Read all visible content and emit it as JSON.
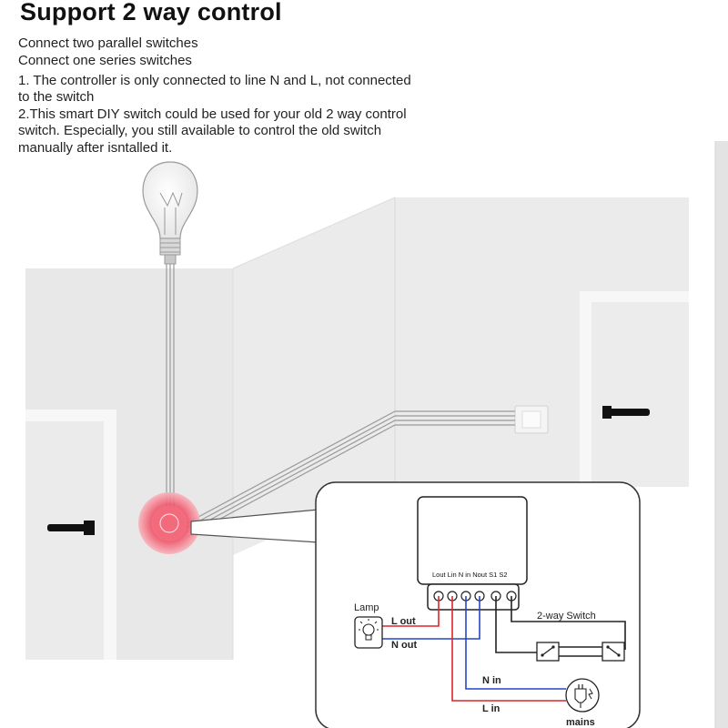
{
  "title": "Support 2 way control",
  "intro": {
    "line1": "Connect two parallel switches",
    "line2": "Connect one series switches"
  },
  "notes": {
    "n1_a": "1. The controller is only connected to line N and L, not connected",
    "n1_b": "to the switch",
    "n2_a": "2.This smart DIY switch could be used for your old 2 way control",
    "n2_b": "switch. Especially, you still available to control the old switch",
    "n2_c": "manually after isntalled it."
  },
  "diagram": {
    "terminals_label": "Lout Lin  N in Nout S1    S2",
    "lamp_label": "Lamp",
    "l_out_label": "L out",
    "n_out_label": "N out",
    "switch_label": "2-way Switch",
    "n_in_label": "N in",
    "l_in_label": "L in",
    "mains_label": "mains",
    "wire_colors": {
      "live": "#e0242a",
      "neutral": "#2746c9",
      "switch": "#222222"
    },
    "highlight_color": "#f0566a"
  }
}
